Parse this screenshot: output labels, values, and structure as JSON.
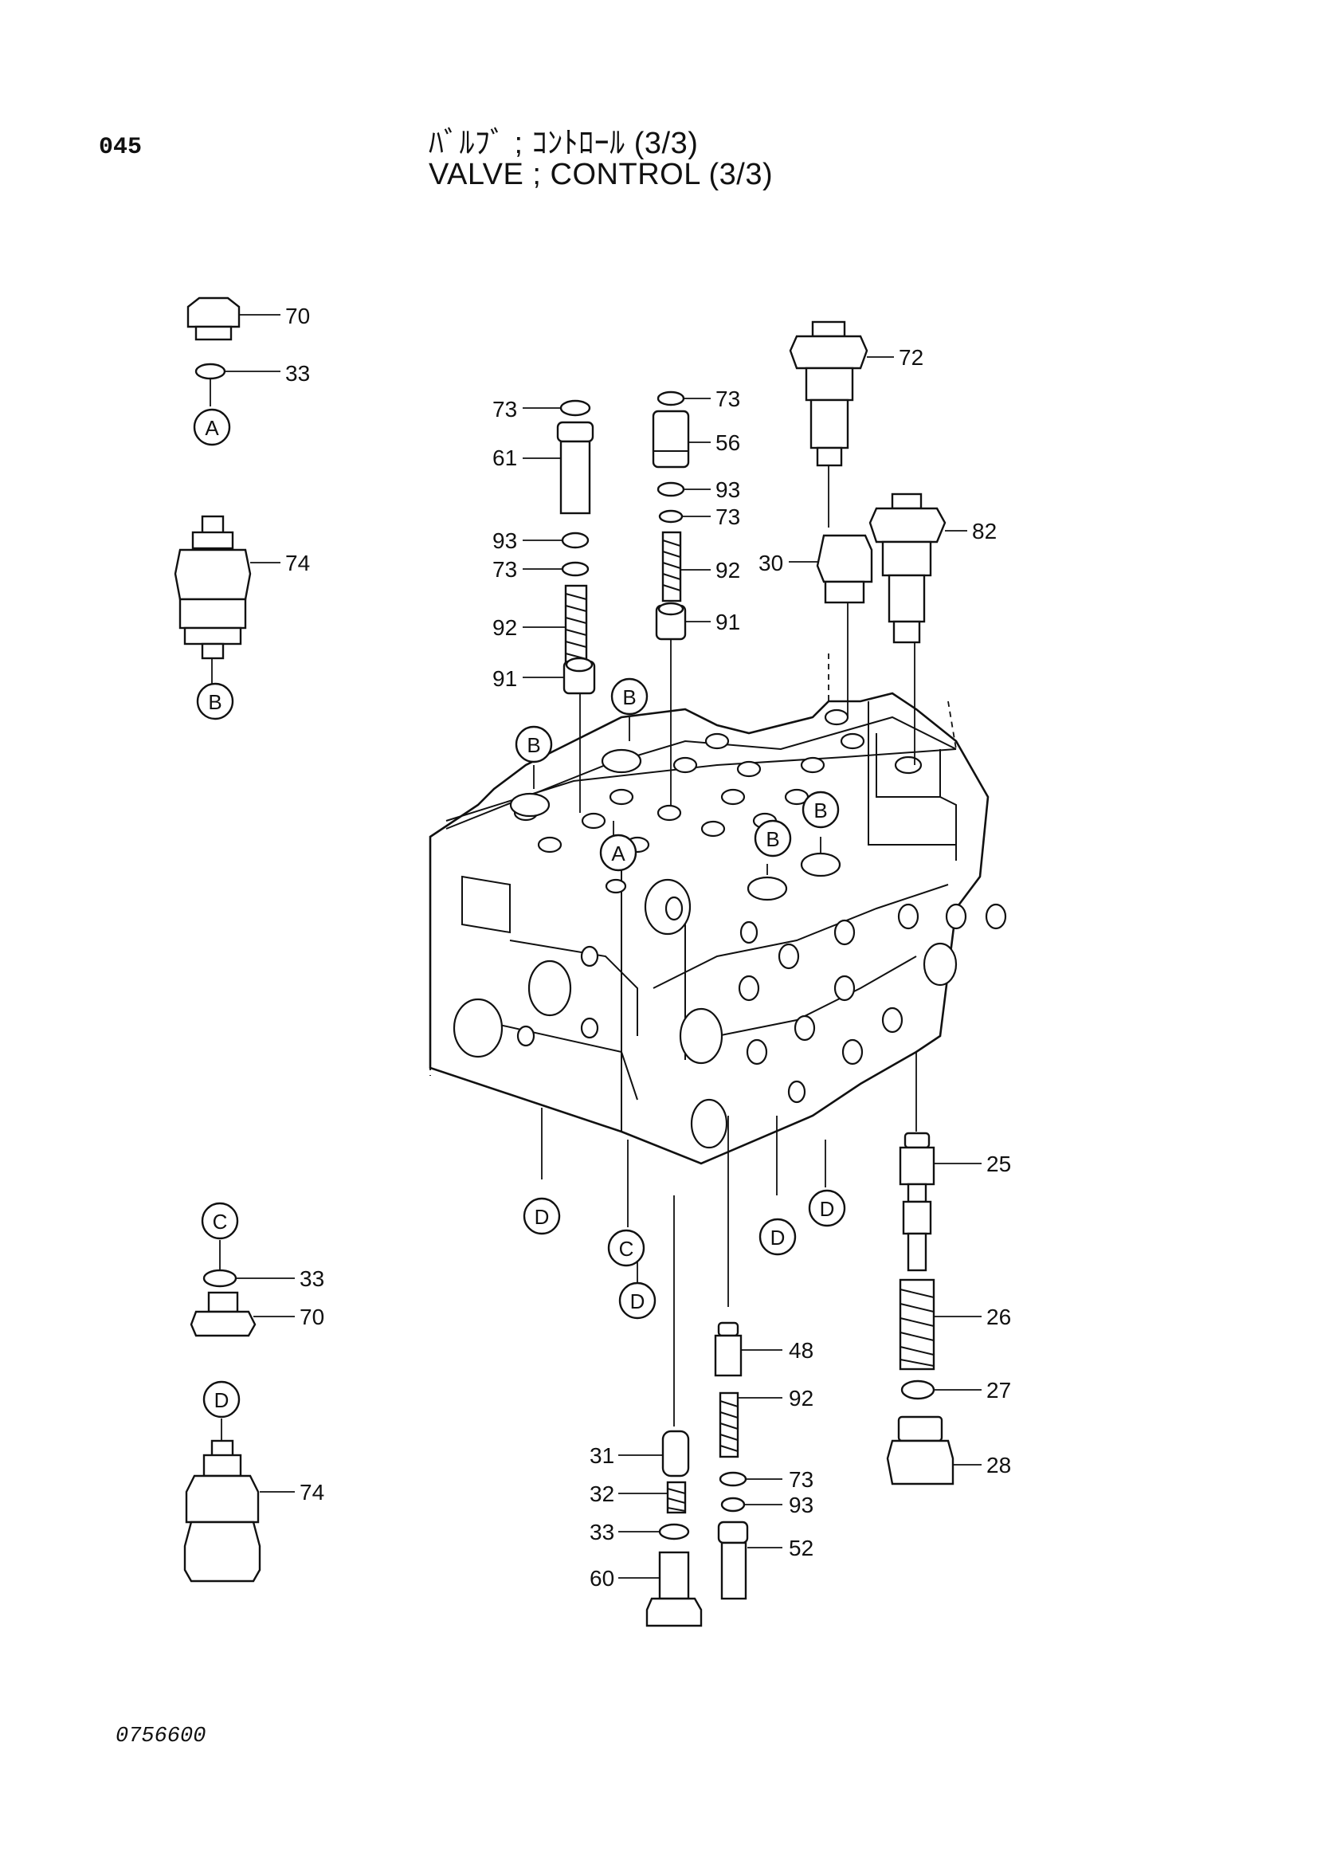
{
  "page_number": "045",
  "title_jp": "ﾊﾞﾙﾌﾞ ; ｺﾝﾄﾛｰﾙ (3/3)",
  "title_en": "VALVE ; CONTROL (3/3)",
  "drawing_number": "0756600",
  "callouts": {
    "p70a": "70",
    "p33a": "33",
    "p74a": "74",
    "p73a": "73",
    "p61": "61",
    "p93a": "93",
    "p73b": "73",
    "p92a": "92",
    "p91a": "91",
    "p73c": "73",
    "p56": "56",
    "p93b": "93",
    "p73d": "73",
    "p92b": "92",
    "p91b": "91",
    "p72": "72",
    "p30": "30",
    "p82": "82",
    "p25": "25",
    "p26": "26",
    "p27": "27",
    "p28": "28",
    "p33b": "33",
    "p70b": "70",
    "p74b": "74",
    "p48": "48",
    "p92c": "92",
    "p73e": "73",
    "p93c": "93",
    "p52": "52",
    "p31": "31",
    "p32": "32",
    "p33c": "33",
    "p60": "60"
  },
  "markers": {
    "mA1": "A",
    "mB1": "B",
    "mC1": "C",
    "mD1": "D",
    "mB2": "B",
    "mB3": "B",
    "mA2": "A",
    "mB4": "B",
    "mB5": "B",
    "mD2": "D",
    "mC2": "C",
    "mD3": "D",
    "mD4": "D",
    "mD5": "D"
  }
}
